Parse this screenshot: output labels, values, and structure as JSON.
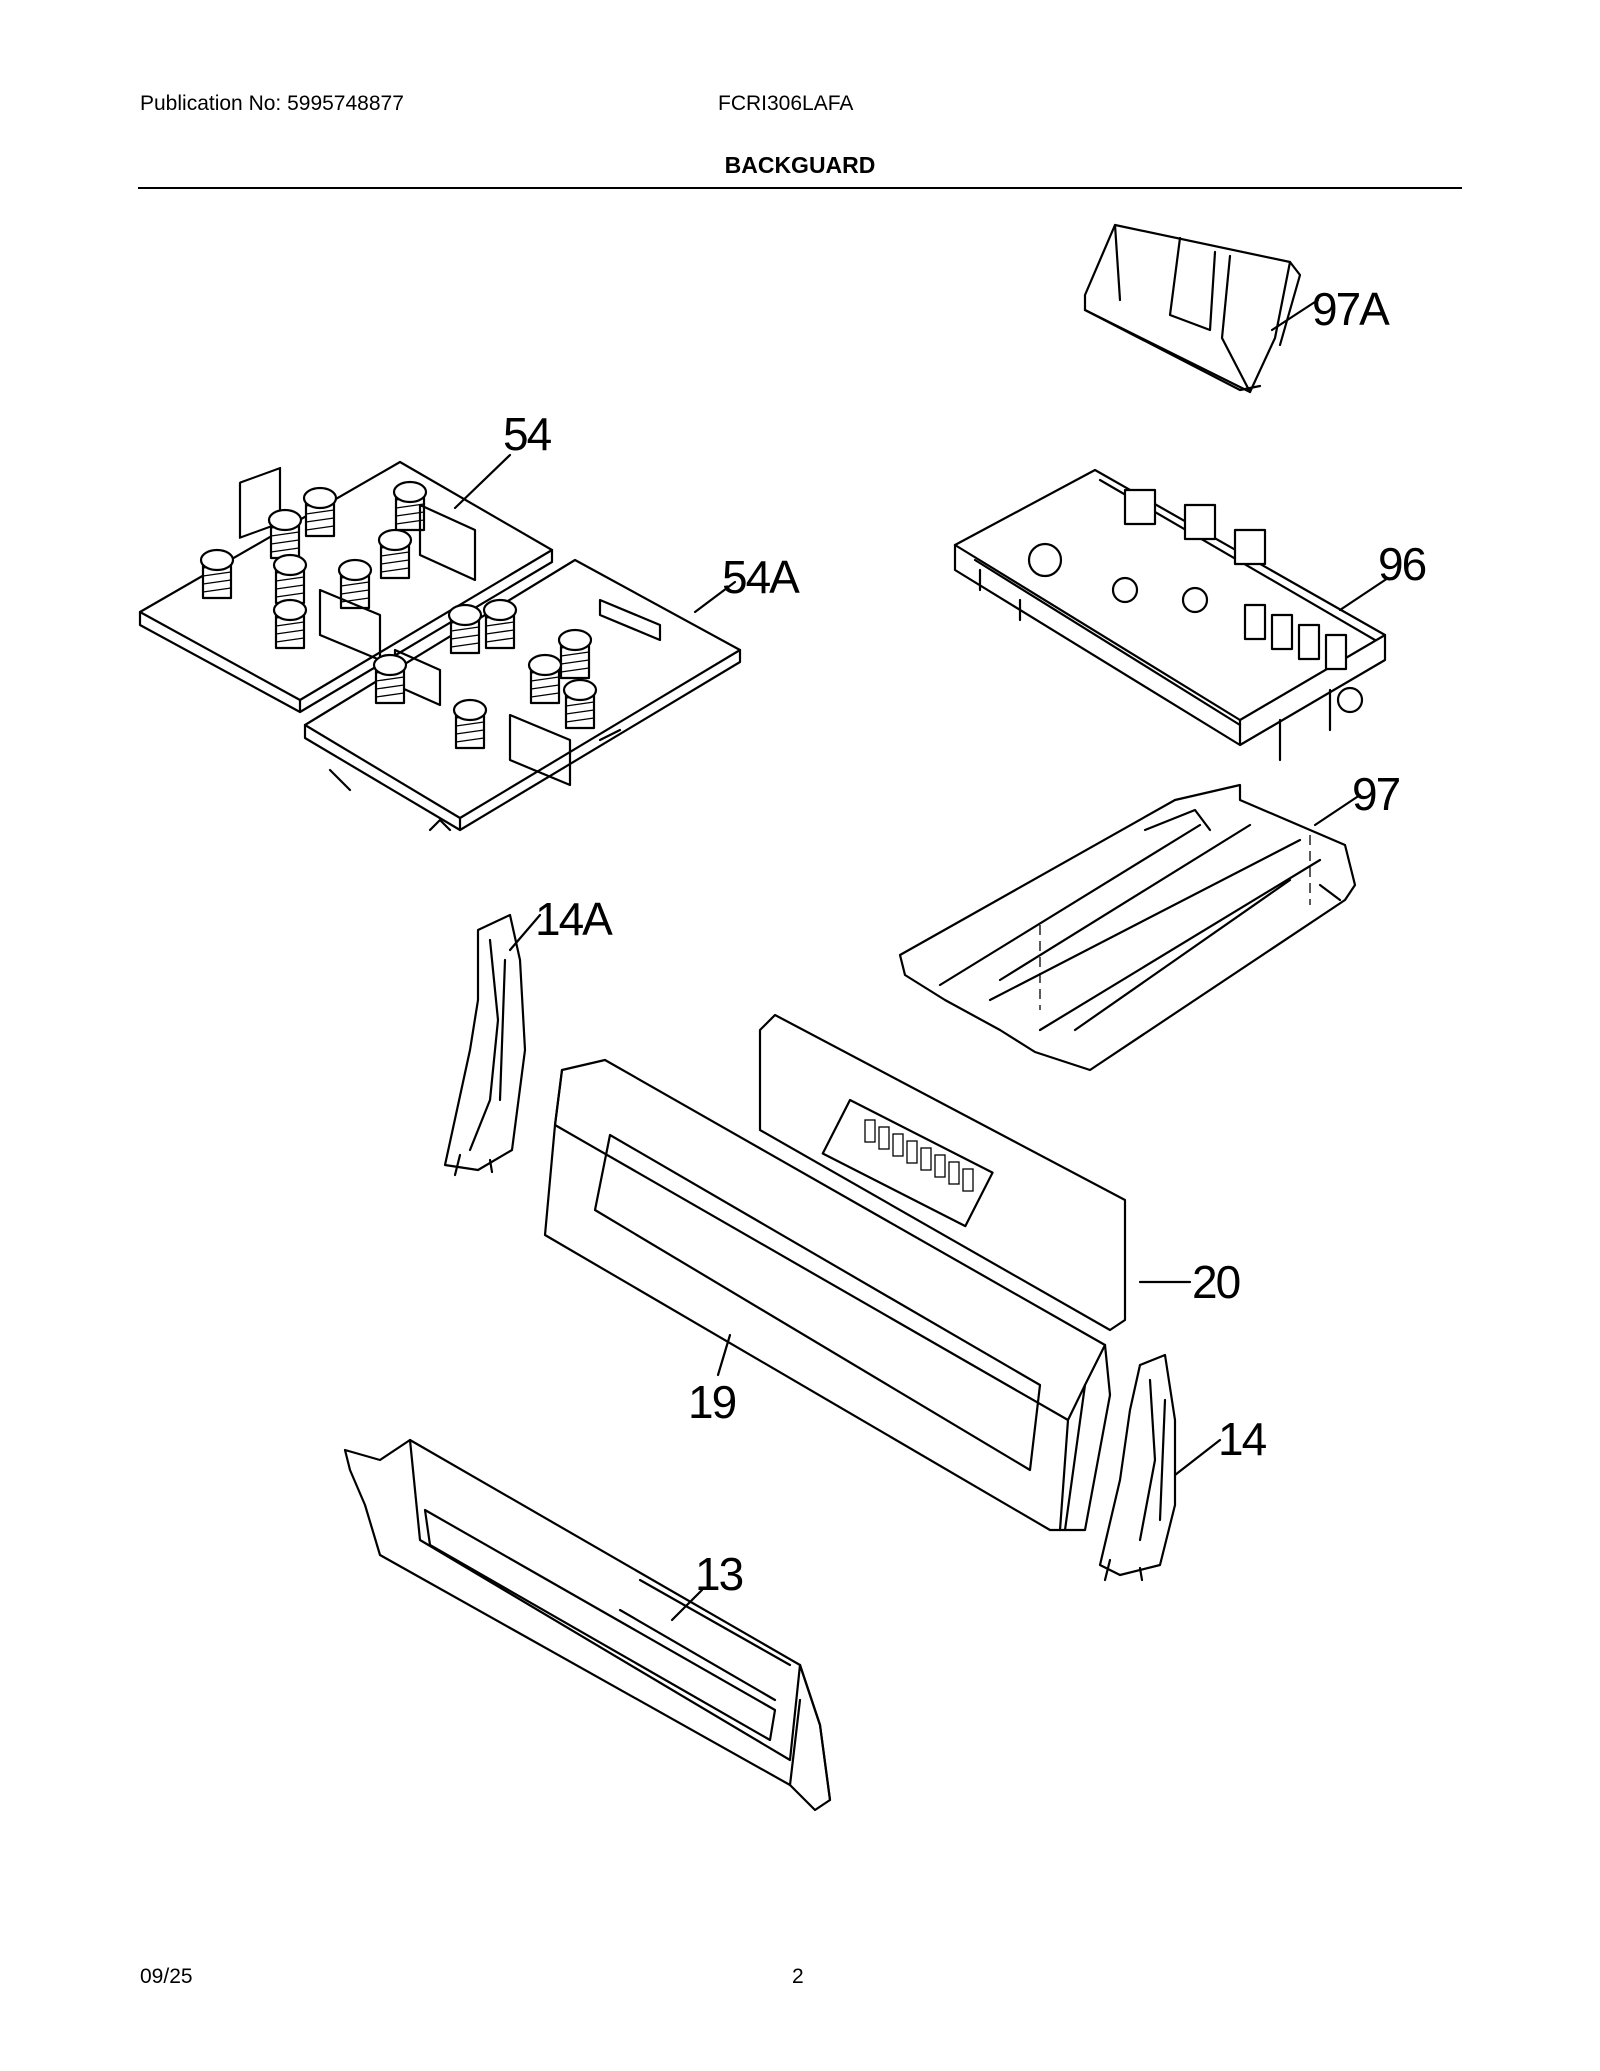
{
  "header": {
    "publication": "Publication No: 5995748877",
    "model": "FCRI306LAFA",
    "title": "BACKGUARD"
  },
  "footer": {
    "date": "09/25",
    "page": "2"
  },
  "callouts": {
    "c97A": "97A",
    "c54": "54",
    "c54A": "54A",
    "c96": "96",
    "c97": "97",
    "c14A": "14A",
    "c20": "20",
    "c19": "19",
    "c14": "14",
    "c13": "13"
  }
}
